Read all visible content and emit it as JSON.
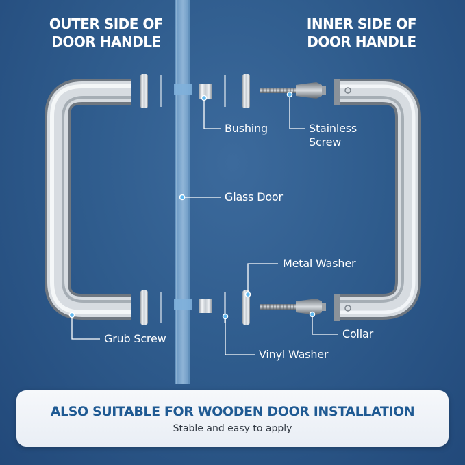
{
  "headings": {
    "outer": "OUTER SIDE OF\nDOOR HANDLE",
    "inner": "INNER SIDE OF\nDOOR HANDLE"
  },
  "labels": {
    "bushing": "Bushing",
    "stainless_screw": "Stainless\nScrew",
    "glass_door": "Glass Door",
    "metal_washer": "Metal Washer",
    "collar": "Collar",
    "grub_screw": "Grub Screw",
    "vinyl_washer": "Vinyl Washer"
  },
  "banner": {
    "title": "ALSO SUITABLE FOR WOODEN DOOR INSTALLATION",
    "subtitle": "Stable and easy to apply"
  },
  "colors": {
    "background": "#2f5c8d",
    "accent_dot": "#5fb8f0",
    "banner_title": "#1f5a93"
  }
}
